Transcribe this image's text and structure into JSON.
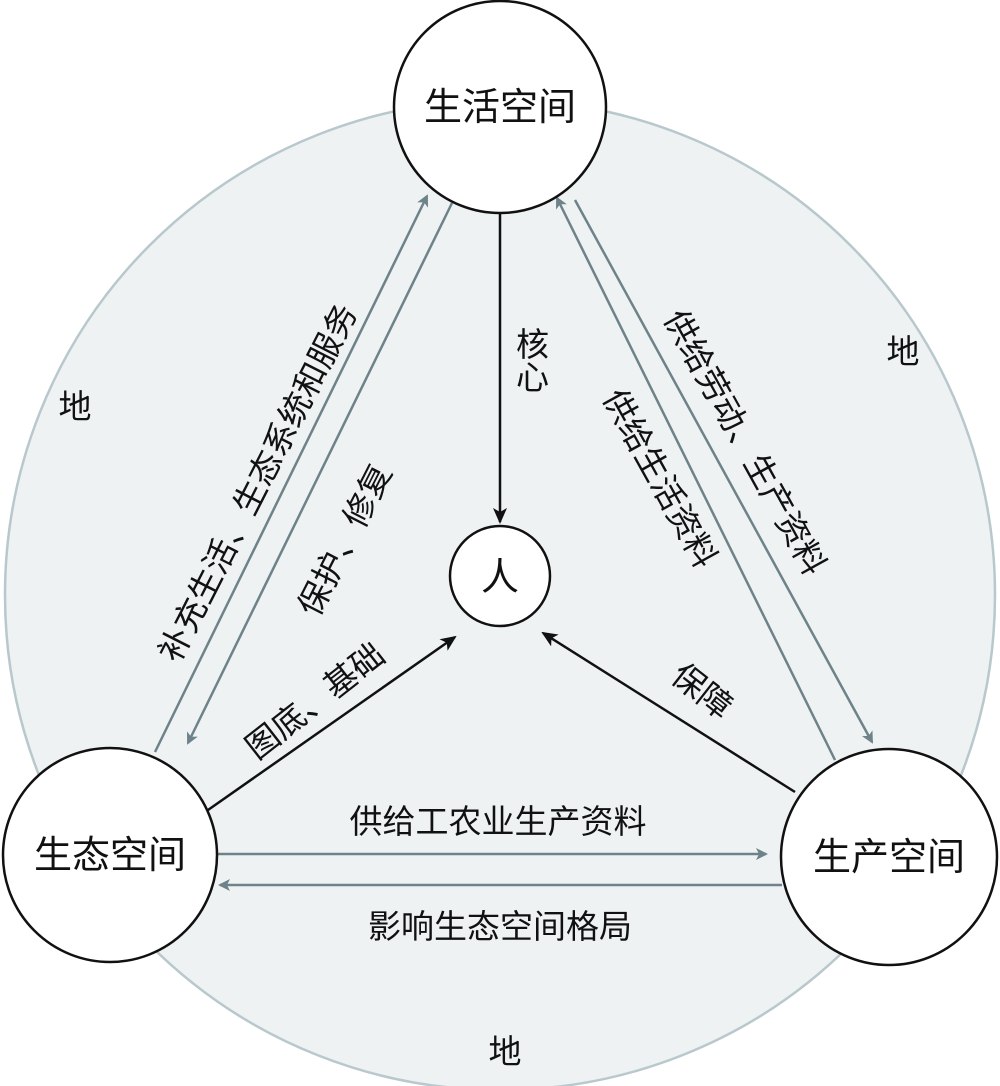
{
  "colors": {
    "land_fill": "#eef2f3",
    "land_stroke": "#b9c8cc",
    "flow_arrow": "#6e828a",
    "core_arrow": "#111111"
  },
  "nodes": {
    "living": "生活空间",
    "ecological": "生态空间",
    "production": "生产空间",
    "human": "人"
  },
  "land_labels": [
    "地",
    "地",
    "地"
  ],
  "edges": {
    "eco_to_living": "补充生活、生态系统和服务",
    "living_to_eco": "保护、修复",
    "living_to_production": "供给劳动、生产资料",
    "production_to_living": "供给生活资料",
    "living_to_human": "核心",
    "eco_to_human": "图底、基础",
    "production_to_human": "保障",
    "eco_to_production": "供给工农业生产资料",
    "production_to_eco": "影响生态空间格局"
  }
}
